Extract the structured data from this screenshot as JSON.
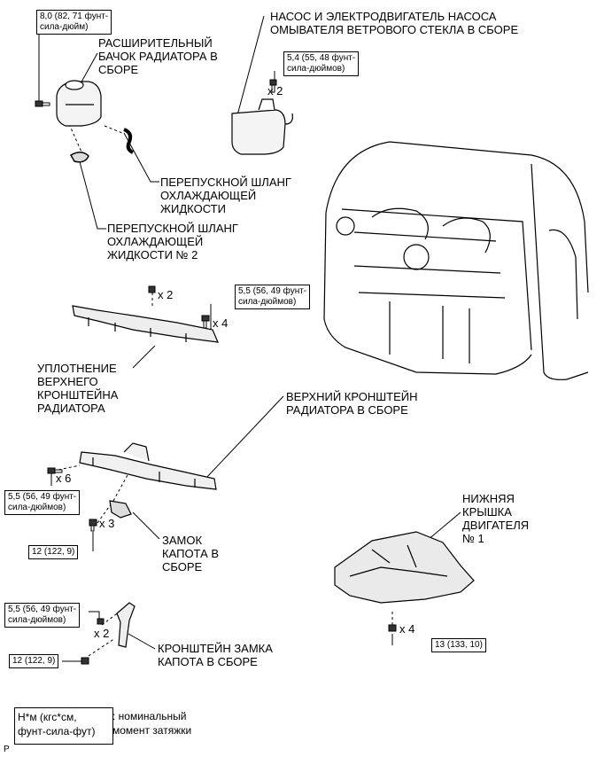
{
  "labels": {
    "reservoir": [
      "РАСШИРИТЕЛЬНЫЙ",
      "БАЧОК РАДИАТОРА В",
      "СБОРЕ"
    ],
    "washer": [
      "НАСОС И ЭЛЕКТРОДВИГАТЕЛЬ НАСОСА",
      "ОМЫВАТЕЛЯ ВЕТРОВОГО СТЕКЛА В СБОРЕ"
    ],
    "bypass_hose": [
      "ПЕРЕПУСКНОЙ ШЛАНГ",
      "ОХЛАЖДАЮЩЕЙ",
      "ЖИДКОСТИ"
    ],
    "bypass_hose_2": [
      "ПЕРЕПУСКНОЙ ШЛАНГ",
      "ОХЛАЖДАЮЩЕЙ",
      "ЖИДКОСТИ № 2"
    ],
    "seal": [
      "УПЛОТНЕНИЕ",
      "ВЕРХНЕГО",
      "КРОНШТЕЙНА",
      "РАДИАТОРА"
    ],
    "upper_support": [
      "ВЕРХНИЙ КРОНШТЕЙН",
      "РАДИАТОРА В СБОРЕ"
    ],
    "hood_lock": [
      "ЗАМОК",
      "КАПОТА В",
      "СБОРЕ"
    ],
    "lower_cover": [
      "НИЖНЯЯ",
      "КРЫШКА",
      "ДВИГАТЕЛЯ",
      "№ 1"
    ],
    "lock_bracket": [
      "КРОНШТЕЙН ЗАМКА",
      "КАПОТА В СБОРЕ"
    ]
  },
  "torques": {
    "t1": [
      "8,0 (82, 71 фунт-",
      "сила-дюйм)"
    ],
    "t2": [
      "5,4 (55, 48 фунт-",
      "сила-дюймов)"
    ],
    "t3": [
      "5,5 (56, 49 фунт-",
      "сила-дюймов)"
    ],
    "t4": [
      "5,5 (56, 49 фунт-",
      "сила-дюймов)"
    ],
    "t5": [
      "12 (122, 9)"
    ],
    "t6": [
      "5,5 (56, 49 фунт-",
      "сила-дюймов)"
    ],
    "t7": [
      "12 (122, 9)"
    ],
    "t8": [
      "13 (133, 10)"
    ]
  },
  "multipliers": {
    "m1": "x 2",
    "m2": "x 2",
    "m3": "x 4",
    "m4": "x 6",
    "m5": "x 3",
    "m6": "x 2",
    "m7": "x 4"
  },
  "legend": {
    "box": [
      "Н*м (кгс*см,",
      "фунт-сила-фут)"
    ],
    "text": [
      ": номинальный",
      "момент затяжки"
    ]
  },
  "code": "P"
}
